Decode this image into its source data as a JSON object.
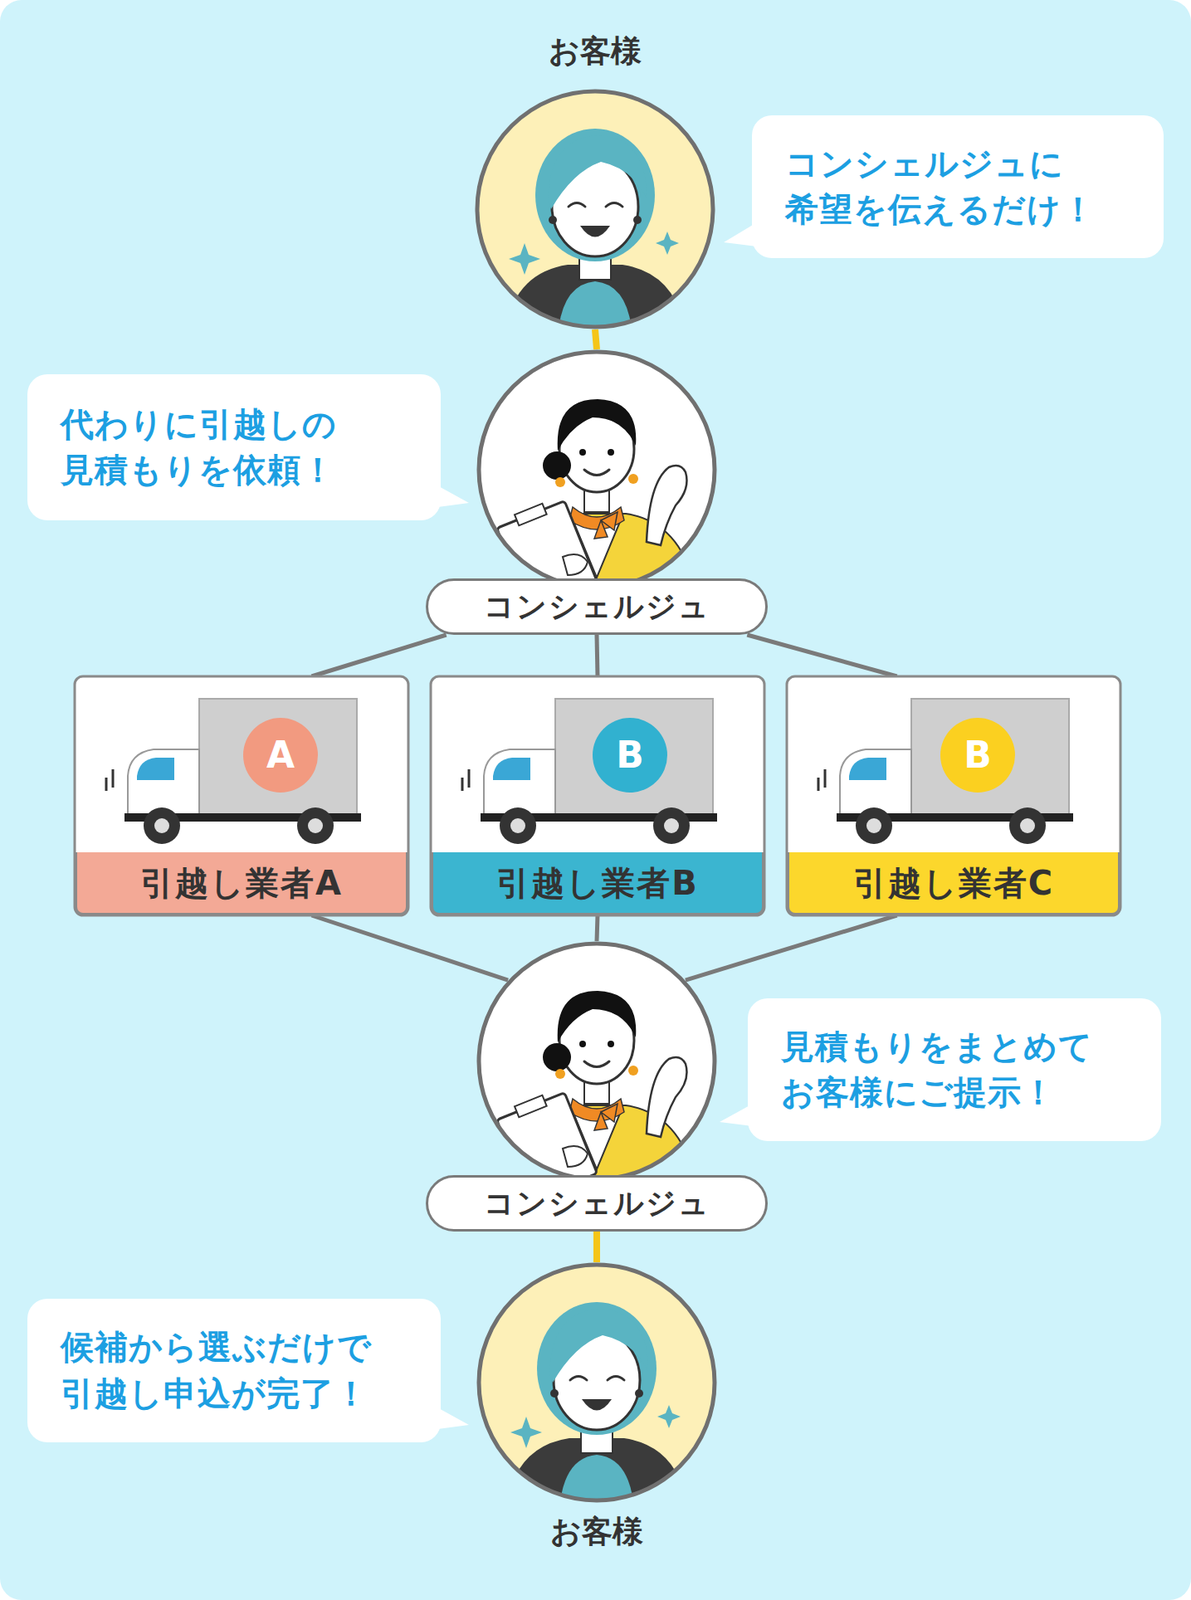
{
  "diagram": {
    "nodes": [
      {
        "text": [
          "お客様"
        ]
      },
      {
        "text": [
          "コンシェルジュに 希望を伝えるだけ！"
        ]
      },
      {
        "text": [
          "代わりに引越しの 見積もりを依頼！"
        ]
      },
      {
        "text": [
          "コンシェルジュ"
        ]
      },
      {
        "text": [
          "A",
          "引越し業者A"
        ]
      },
      {
        "text": [
          "B",
          "引越し業者B"
        ]
      },
      {
        "text": [
          "B",
          "引越し業者C"
        ]
      },
      {
        "text": [
          "コンシェルジュ"
        ]
      },
      {
        "text": [
          "見積もりをまとめて お客様にご提示！"
        ]
      },
      {
        "text": [
          "候補から選ぶだけで 引越し申込が完了！"
        ]
      },
      {
        "text": [
          "お客様"
        ]
      }
    ],
    "edges": [
      {
        "from": 0,
        "to": 3,
        "arrow": "none"
      },
      {
        "from": 3,
        "to": 4,
        "arrow": "none"
      },
      {
        "from": 3,
        "to": 5,
        "arrow": "none"
      },
      {
        "from": 3,
        "to": 6,
        "arrow": "none"
      },
      {
        "from": 4,
        "to": 7,
        "arrow": "none"
      },
      {
        "from": 5,
        "to": 7,
        "arrow": "none"
      },
      {
        "from": 6,
        "to": 7,
        "arrow": "none"
      },
      {
        "from": 7,
        "to": 10,
        "arrow": "none"
      }
    ]
  }
}
